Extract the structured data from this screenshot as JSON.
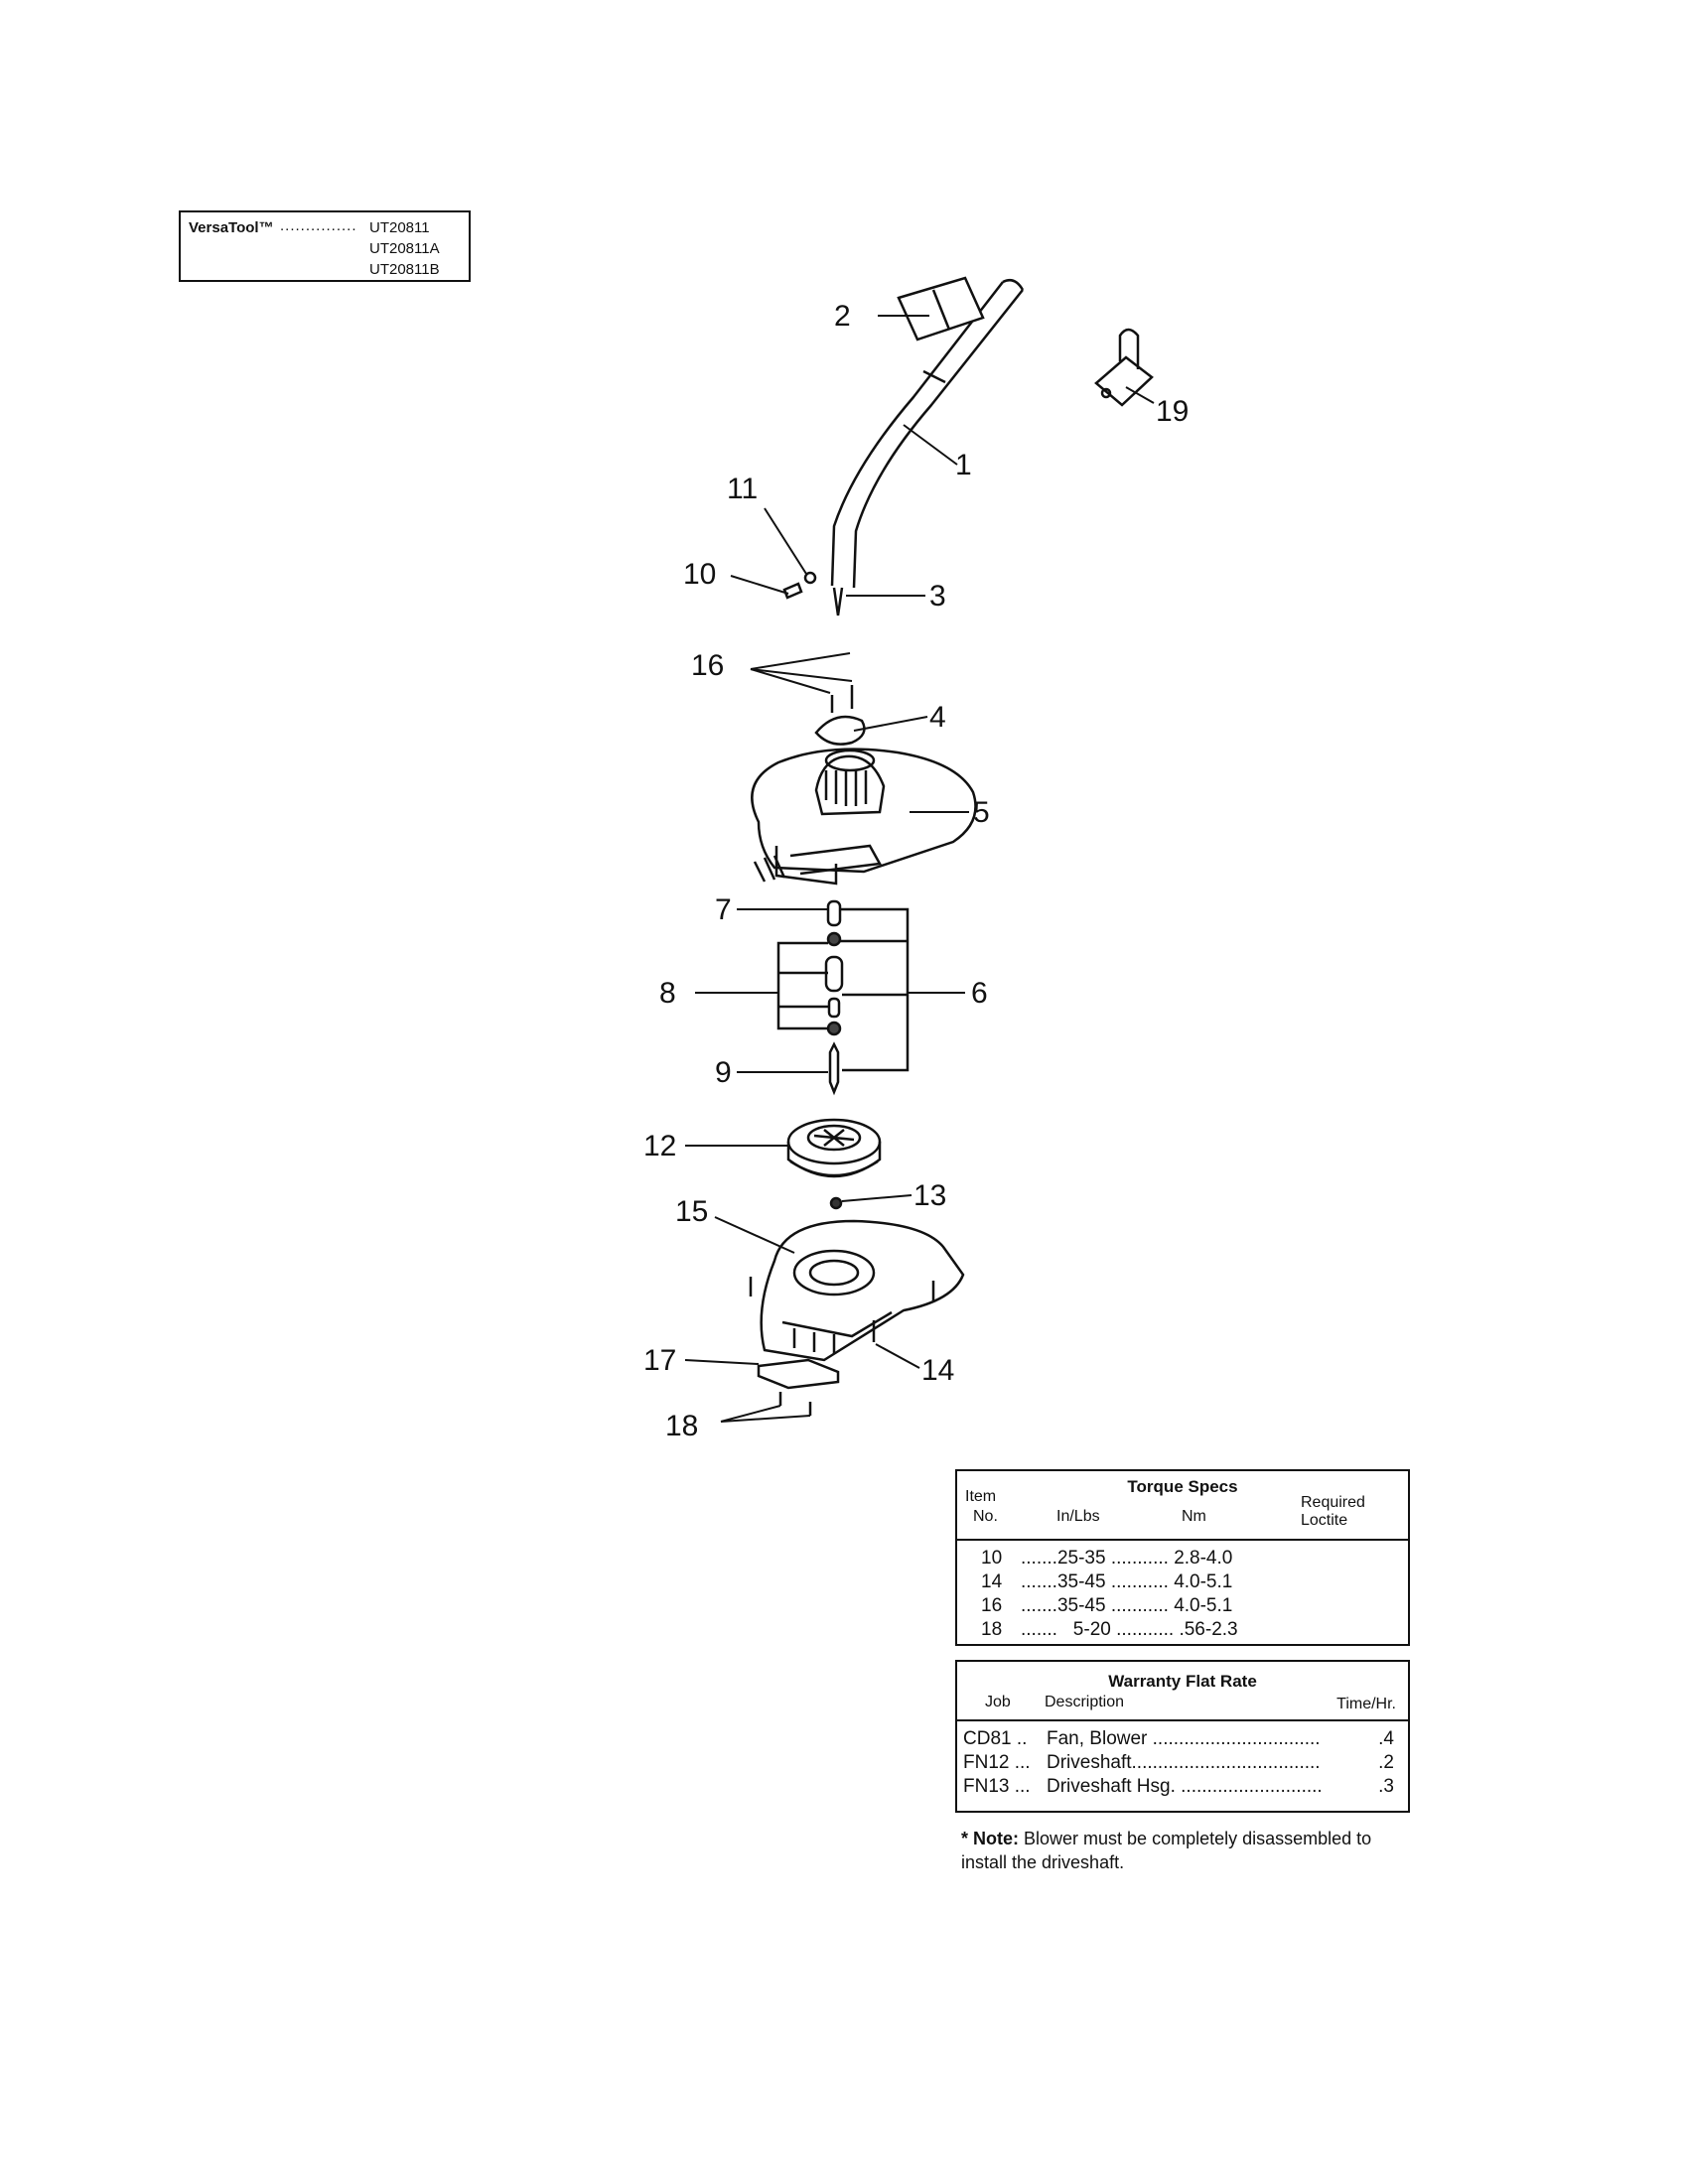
{
  "model_box": {
    "brand": "VersaTool™",
    "dots": "...............",
    "models": [
      "UT20811",
      "UT20811A",
      "UT20811B"
    ]
  },
  "callouts": [
    "1",
    "2",
    "3",
    "4",
    "5",
    "6",
    "7",
    "8",
    "9",
    "10",
    "11",
    "12",
    "13",
    "14",
    "15",
    "16",
    "17",
    "18",
    "19"
  ],
  "torque_specs": {
    "title": "Torque Specs",
    "headers": {
      "item": "Item",
      "no": "No.",
      "inlbs": "In/Lbs",
      "nm": "Nm",
      "required": "Required",
      "loctite": "Loctite"
    },
    "rows": [
      {
        "item": "10",
        "inlbs": "25-35",
        "nm": "2.8-4.0"
      },
      {
        "item": "14",
        "inlbs": "35-45",
        "nm": "4.0-5.1"
      },
      {
        "item": "16",
        "inlbs": "35-45",
        "nm": "4.0-5.1"
      },
      {
        "item": "18",
        "inlbs": "5-20",
        "nm": ".56-2.3"
      }
    ]
  },
  "warranty": {
    "title": "Warranty Flat Rate",
    "headers": {
      "job": "Job",
      "description": "Description",
      "time": "Time/Hr."
    },
    "rows": [
      {
        "job": "CD81 ..",
        "description": "Fan, Blower ................................",
        "time": ".4"
      },
      {
        "job": "FN12 ...",
        "description": "Driveshaft....................................",
        "time": ".2"
      },
      {
        "job": "FN13 ...",
        "description": "Driveshaft Hsg. ...........................",
        "time": ".3"
      }
    ]
  },
  "note": {
    "mark": "* Note:",
    "text": "Blower must be completely disassembled to install the driveshaft."
  }
}
